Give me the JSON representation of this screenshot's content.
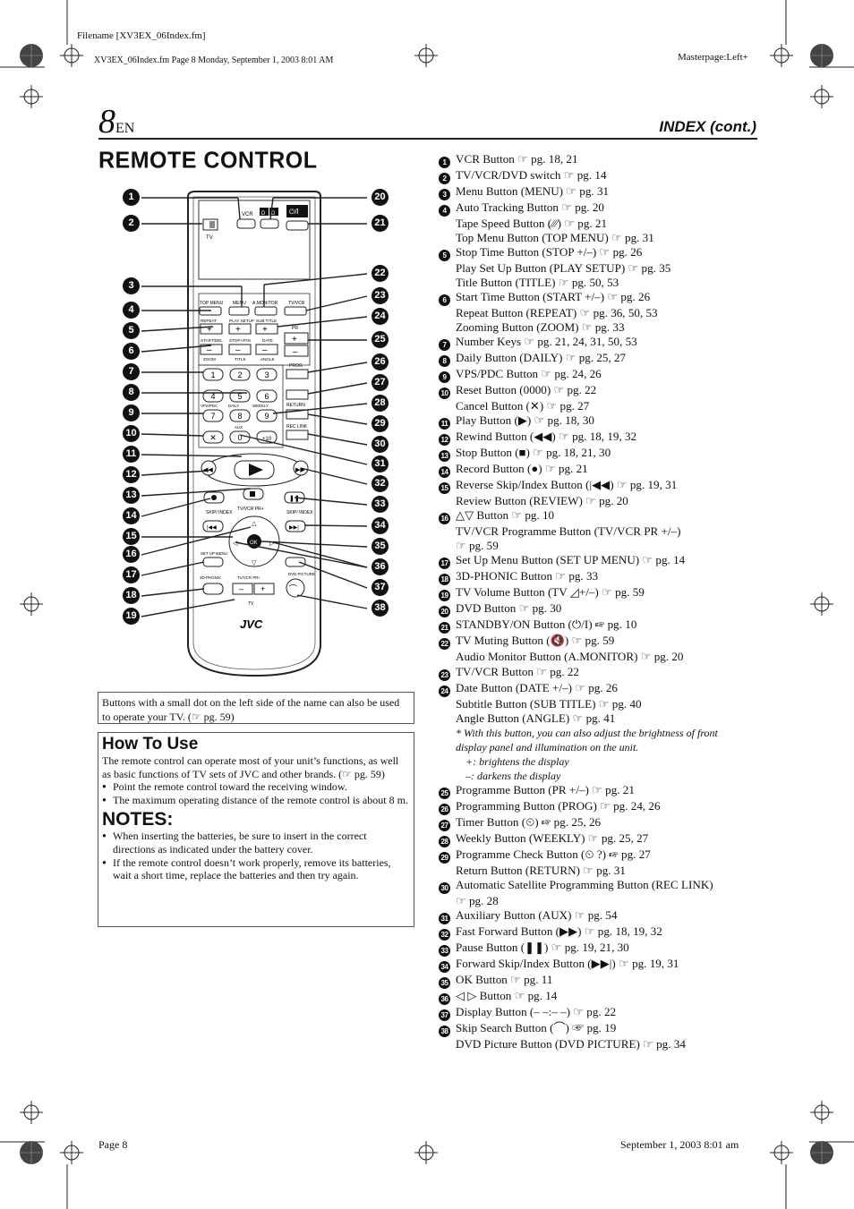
{
  "header": {
    "filename": "Filename [XV3EX_06Index.fm]",
    "fileinfo": "XV3EX_06Index.fm  Page 8  Monday, September 1, 2003  8:01 AM",
    "masterpage": "Masterpage:Left+"
  },
  "title_bar": {
    "page_number": "8",
    "lang": "EN",
    "section": "INDEX (cont.)"
  },
  "main": {
    "heading": "REMOTE CONTROL"
  },
  "remote": {
    "brand": "JVC",
    "labels": {
      "vcr": "VCR",
      "dvd": "DVD",
      "tv": "TV",
      "top_menu": "TOP MENU",
      "menu": "MENU",
      "a_monitor": "A.MONITOR",
      "tv_vcr": "TV/VCR",
      "repeat": "REPEAT",
      "play_setup": "PLAY SETUP",
      "sub_title": "SUB TITLE",
      "start_del": "START/DEL",
      "stop_fin": "STOP+/FIN",
      "date": "DATE",
      "zoom": "ZOOM",
      "title": "TITLE",
      "angle": "ANGLE",
      "pr": "PR",
      "prog": "PROG",
      "return": "RETURN",
      "vps_pdc": "VPS/PDC",
      "daily": "DAILY",
      "weekly": "WEEKLY",
      "aux": "AUX",
      "rec_link": "REC LINK",
      "skip_index": "SKIP/ INDEX",
      "ok": "OK",
      "set_up_menu": "SET UP MENU",
      "three_d_phonic": "3D-PHONIC",
      "tv_vcr_pr": "TV/VCR PR+",
      "dvd_picture": "DVD PICTURE"
    },
    "callouts_left": [
      "1",
      "2",
      "3",
      "4",
      "5",
      "6",
      "7",
      "8",
      "9",
      "10",
      "11",
      "12",
      "13",
      "14",
      "15",
      "16",
      "17",
      "18",
      "19"
    ],
    "callouts_right": [
      "20",
      "21",
      "22",
      "23",
      "24",
      "25",
      "26",
      "27",
      "28",
      "29",
      "30",
      "31",
      "32",
      "33",
      "34",
      "35",
      "36",
      "37",
      "38"
    ]
  },
  "info_box": "Buttons with a small dot on the left side of the name can also be used to operate your TV. (☞ pg. 59)",
  "how_to_use": {
    "heading": "How To Use",
    "intro": "The remote control can operate most of your unit’s functions, as well as basic functions of TV sets of JVC and other brands. (☞ pg. 59)",
    "bullets": [
      "Point the remote control toward the receiving window.",
      "The maximum operating distance of the remote control is about 8 m."
    ]
  },
  "notes": {
    "heading": "NOTES:",
    "bullets": [
      "When inserting the batteries, be sure to insert in the correct directions as indicated under the battery cover.",
      "If the remote control doesn’t work properly, remove its batteries, wait a short time, replace the batteries and then try again."
    ]
  },
  "index": [
    {
      "n": "1",
      "lines": [
        "VCR Button ☞ pg. 18, 21"
      ]
    },
    {
      "n": "2",
      "lines": [
        "TV/VCR/DVD switch ☞ pg. 14"
      ]
    },
    {
      "n": "3",
      "lines": [
        "Menu Button (MENU) ☞ pg. 31"
      ]
    },
    {
      "n": "4",
      "lines": [
        "Auto Tracking Button ☞ pg. 20",
        "Tape Speed Button (⁄⁄⁄) ☞ pg. 21",
        "Top Menu Button (TOP MENU) ☞ pg. 31"
      ]
    },
    {
      "n": "5",
      "lines": [
        "Stop Time Button (STOP +/–) ☞ pg. 26",
        "Play Set Up Button (PLAY SETUP) ☞ pg. 35",
        "Title Button (TITLE) ☞ pg. 50, 53"
      ]
    },
    {
      "n": "6",
      "lines": [
        "Start Time Button (START +/–) ☞ pg. 26",
        "Repeat Button (REPEAT) ☞ pg. 36, 50, 53",
        "Zooming Button (ZOOM) ☞ pg. 33"
      ]
    },
    {
      "n": "7",
      "lines": [
        "Number Keys ☞ pg. 21, 24, 31, 50, 53"
      ]
    },
    {
      "n": "8",
      "lines": [
        "Daily Button (DAILY) ☞ pg. 25, 27"
      ]
    },
    {
      "n": "9",
      "lines": [
        "VPS/PDC Button ☞ pg. 24, 26"
      ]
    },
    {
      "n": "10",
      "lines": [
        "Reset Button (0000) ☞ pg. 22",
        "Cancel Button (✕) ☞ pg. 27"
      ]
    },
    {
      "n": "11",
      "lines": [
        "Play Button (▶) ☞ pg. 18, 30"
      ]
    },
    {
      "n": "12",
      "lines": [
        "Rewind Button (◀◀) ☞ pg. 18, 19, 32"
      ]
    },
    {
      "n": "13",
      "lines": [
        "Stop Button (■) ☞ pg. 18, 21, 30"
      ]
    },
    {
      "n": "14",
      "lines": [
        "Record Button (●) ☞ pg. 21"
      ]
    },
    {
      "n": "15",
      "lines": [
        "Reverse Skip/Index Button (|◀◀) ☞ pg. 19, 31",
        "Review Button (REVIEW) ☞ pg. 20"
      ]
    },
    {
      "n": "16",
      "lines": [
        "△▽ Button ☞ pg. 10",
        "TV/VCR Programme Button (TV/VCR PR +/–)",
        "☞ pg. 59"
      ]
    },
    {
      "n": "17",
      "lines": [
        "Set Up Menu Button (SET UP MENU) ☞ pg. 14"
      ]
    },
    {
      "n": "18",
      "lines": [
        "3D-PHONIC Button ☞ pg. 33"
      ]
    },
    {
      "n": "19",
      "lines": [
        "TV Volume Button (TV ◿+/–) ☞ pg. 59"
      ]
    },
    {
      "n": "20",
      "lines": [
        "DVD Button ☞ pg. 30"
      ]
    },
    {
      "n": "21",
      "lines": [
        "STANDBY/ON Button (⏻/I) ☞ pg. 10"
      ]
    },
    {
      "n": "22",
      "lines": [
        "TV Muting Button (🔇) ☞ pg. 59",
        "Audio Monitor Button (A.MONITOR) ☞ pg. 20"
      ]
    },
    {
      "n": "23",
      "lines": [
        "TV/VCR Button ☞ pg. 22"
      ]
    },
    {
      "n": "24",
      "lines": [
        "Date Button (DATE +/–) ☞ pg. 26",
        "Subtitle Button (SUB TITLE) ☞ pg. 40",
        "Angle Button (ANGLE) ☞ pg. 41"
      ],
      "notes": [
        "* With this button, you can also adjust the brightness of front",
        "display panel and illumination on the unit."
      ],
      "subnotes": [
        "+: brightens the display",
        "–: darkens the display"
      ]
    },
    {
      "n": "25",
      "lines": [
        "Programme Button (PR +/–) ☞ pg. 21"
      ]
    },
    {
      "n": "26",
      "lines": [
        "Programming Button (PROG) ☞ pg. 24, 26"
      ]
    },
    {
      "n": "27",
      "lines": [
        "Timer Button (⏲) ☞ pg. 25, 26"
      ]
    },
    {
      "n": "28",
      "lines": [
        "Weekly Button (WEEKLY) ☞ pg. 25, 27"
      ]
    },
    {
      "n": "29",
      "lines": [
        "Programme Check Button (⏲ ?) ☞ pg. 27",
        "Return Button (RETURN) ☞ pg. 31"
      ]
    },
    {
      "n": "30",
      "lines": [
        "Automatic Satellite Programming Button (REC LINK)",
        "☞ pg. 28"
      ]
    },
    {
      "n": "31",
      "lines": [
        "Auxiliary Button (AUX) ☞ pg. 54"
      ]
    },
    {
      "n": "32",
      "lines": [
        "Fast Forward Button (▶▶) ☞ pg. 18, 19, 32"
      ]
    },
    {
      "n": "33",
      "lines": [
        "Pause Button (❚❚) ☞ pg. 19, 21, 30"
      ]
    },
    {
      "n": "34",
      "lines": [
        "Forward Skip/Index Button (▶▶|) ☞ pg. 19, 31"
      ]
    },
    {
      "n": "35",
      "lines": [
        "OK Button ☞ pg. 11"
      ]
    },
    {
      "n": "36",
      "lines": [
        "◁ ▷ Button ☞ pg. 14"
      ]
    },
    {
      "n": "37",
      "lines": [
        "Display Button (– –:– –) ☞ pg. 22"
      ]
    },
    {
      "n": "38",
      "lines": [
        "Skip Search Button (⌒) ☞ pg. 19",
        "DVD Picture Button (DVD PICTURE) ☞ pg. 34"
      ]
    }
  ],
  "footer": {
    "page": "Page 8",
    "date": "September 1, 2003 8:01 am"
  }
}
